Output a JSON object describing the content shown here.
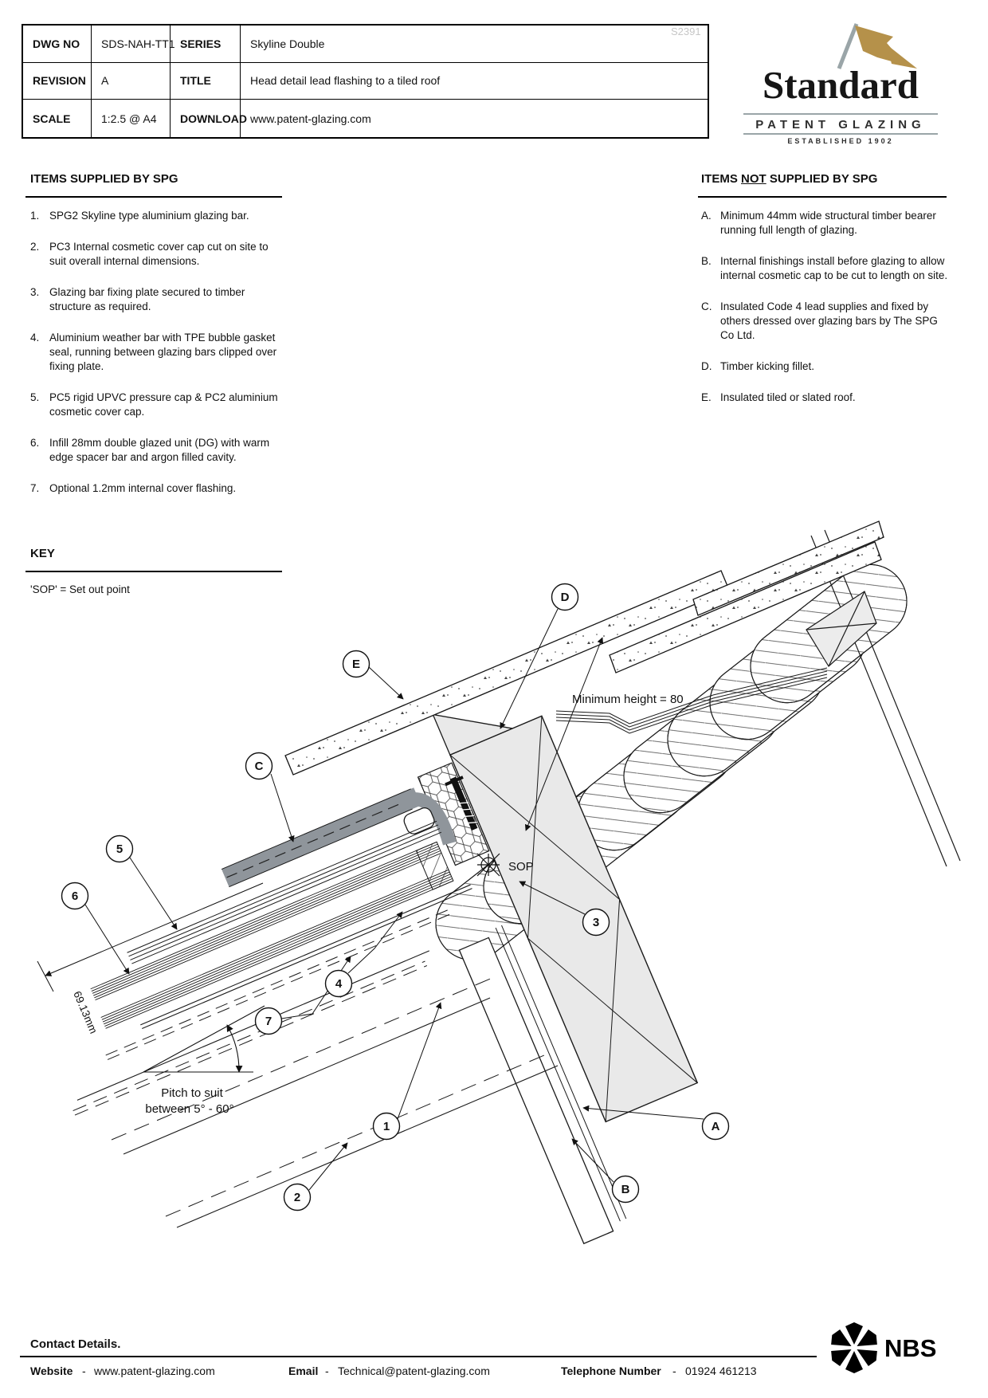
{
  "title_block": {
    "dwg_no_label": "DWG NO",
    "dwg_no": "SDS-NAH-TT1",
    "series_label": "SERIES",
    "series": "Skyline Double",
    "revision_label": "REVISION",
    "revision": "A",
    "title_label": "TITLE",
    "title": "Head detail lead flashing to a tiled roof",
    "scale_label": "SCALE",
    "scale": "1:2.5 @ A4",
    "download_label": "DOWNLOAD",
    "download": "www.patent-glazing.com",
    "watermark": "S2391"
  },
  "logo": {
    "name": "Standard",
    "subtitle": "PATENT GLAZING",
    "established": "ESTABLISHED 1902",
    "flag_color": "#b5914a",
    "pole_color": "#9aa5a8"
  },
  "supplied": {
    "heading": "ITEMS SUPPLIED BY SPG",
    "items": [
      {
        "n": "1.",
        "t": "SPG2 Skyline type aluminium glazing bar."
      },
      {
        "n": "2.",
        "t": "PC3 Internal cosmetic cover cap cut on site to suit overall internal dimensions."
      },
      {
        "n": "3.",
        "t": "Glazing bar fixing plate secured to timber structure as required."
      },
      {
        "n": "4.",
        "t": "Aluminium weather bar with TPE bubble gasket seal, running between glazing bars clipped over fixing plate."
      },
      {
        "n": "5.",
        "t": "PC5 rigid UPVC pressure cap & PC2 aluminium cosmetic cover cap."
      },
      {
        "n": "6.",
        "t": "Infill 28mm double glazed unit (DG) with warm edge spacer bar and argon filled cavity."
      },
      {
        "n": "7.",
        "t": "Optional 1.2mm internal cover flashing."
      }
    ]
  },
  "not_supplied": {
    "heading_pre": "ITEMS ",
    "heading_not": "NOT",
    "heading_post": " SUPPLIED BY SPG",
    "items": [
      {
        "n": "A.",
        "t": "Minimum 44mm wide structural timber bearer running full length of glazing."
      },
      {
        "n": "B.",
        "t": "Internal finishings install before glazing to allow internal cosmetic cap to be cut to length on site."
      },
      {
        "n": "C.",
        "t": "Insulated Code 4 lead supplies and fixed by others dressed over glazing bars by The SPG Co Ltd."
      },
      {
        "n": "D.",
        "t": "Timber kicking fillet."
      },
      {
        "n": "E.",
        "t": "Insulated tiled or slated roof."
      }
    ]
  },
  "key": {
    "heading": "KEY",
    "note": "'SOP' = Set out point"
  },
  "drawing": {
    "labels": {
      "min_height": "Minimum height = 80",
      "sop": "SOP",
      "dim": "69.13mm",
      "pitch1": "Pitch to suit",
      "pitch2": "between 5° - 60°"
    },
    "balloons": {
      "n1": "1",
      "n2": "2",
      "n3": "3",
      "n4": "4",
      "n5": "5",
      "n6": "6",
      "n7": "7",
      "nA": "A",
      "nB": "B",
      "nC": "C",
      "nD": "D",
      "nE": "E"
    },
    "colors": {
      "lead_flashing": "#8f959b",
      "timber_fill": "#e9e9e9",
      "line": "#1a1a1a"
    }
  },
  "footer": {
    "contact_heading": "Contact Details.",
    "website_label": "Website",
    "website": "www.patent-glazing.com",
    "email_label": "Email",
    "email": "Technical@patent-glazing.com",
    "phone_label": "Telephone Number",
    "phone": "01924 461213",
    "dash": "-",
    "nbs": "NBS"
  }
}
